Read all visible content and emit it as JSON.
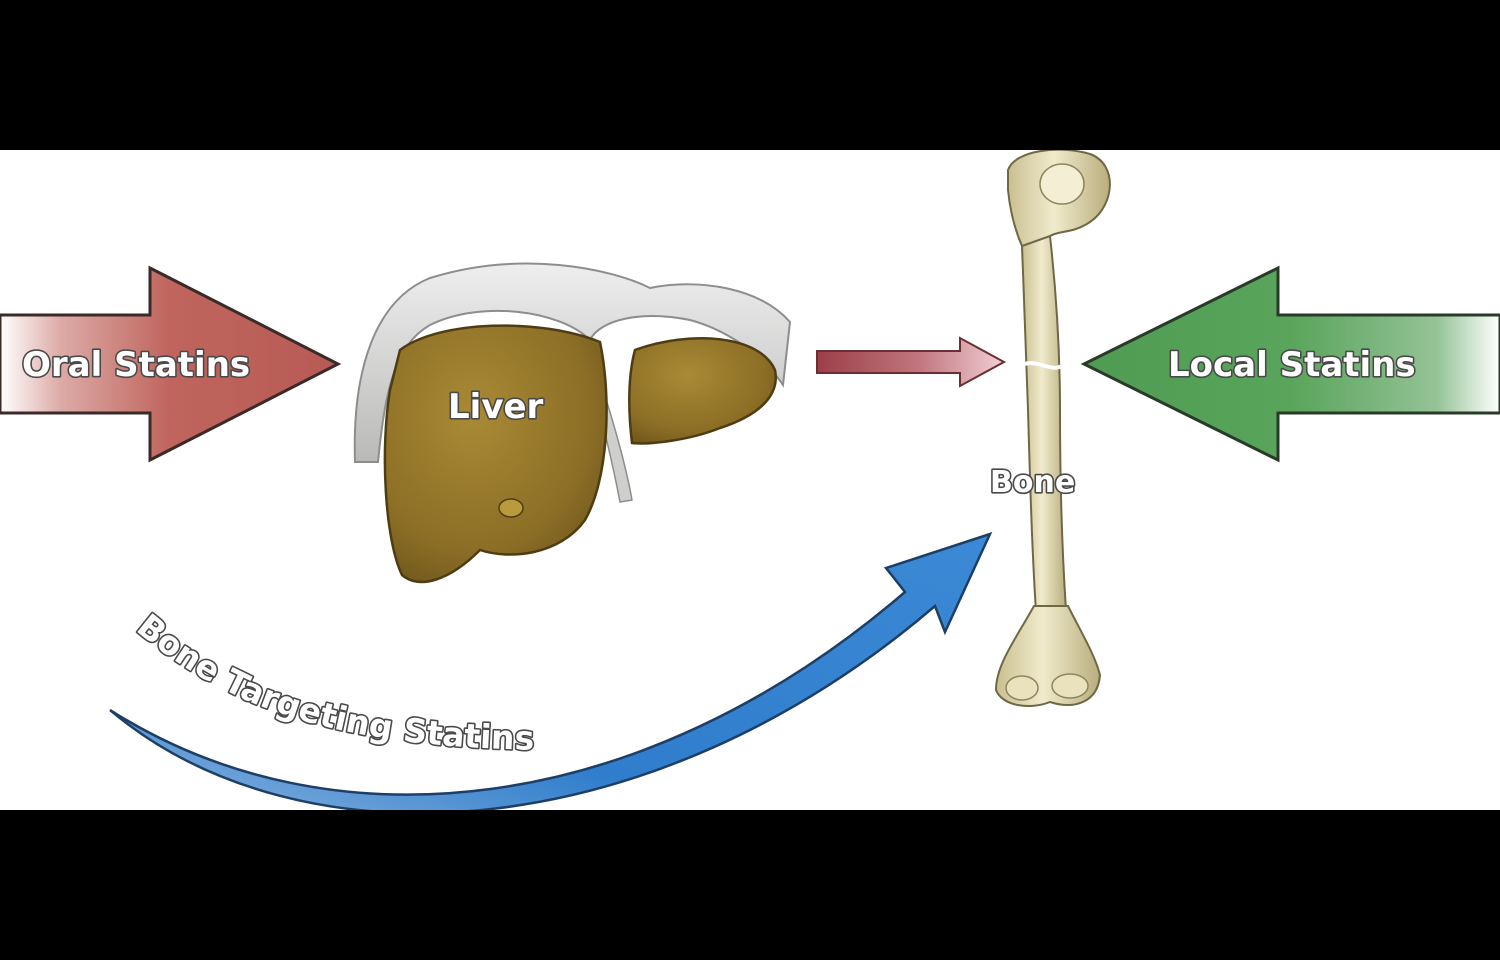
{
  "diagram": {
    "labels": {
      "oral": "Oral Statins",
      "local": "Local Statins",
      "liver": "Liver",
      "bone": "Bone",
      "bone_targeting": "Bone Targeting Statins"
    },
    "colors": {
      "background": "#ffffff",
      "letterbox": "#000000",
      "oral_arrow": "#c0655e",
      "local_arrow": "#4f9b52",
      "liver_to_bone_arrow": "#a84b50",
      "bone_targeting_arrow": "#2e7ac8",
      "liver": "#8f7127",
      "diaphragm": "#d2d3d2",
      "bone": "#e5ddb3"
    }
  }
}
